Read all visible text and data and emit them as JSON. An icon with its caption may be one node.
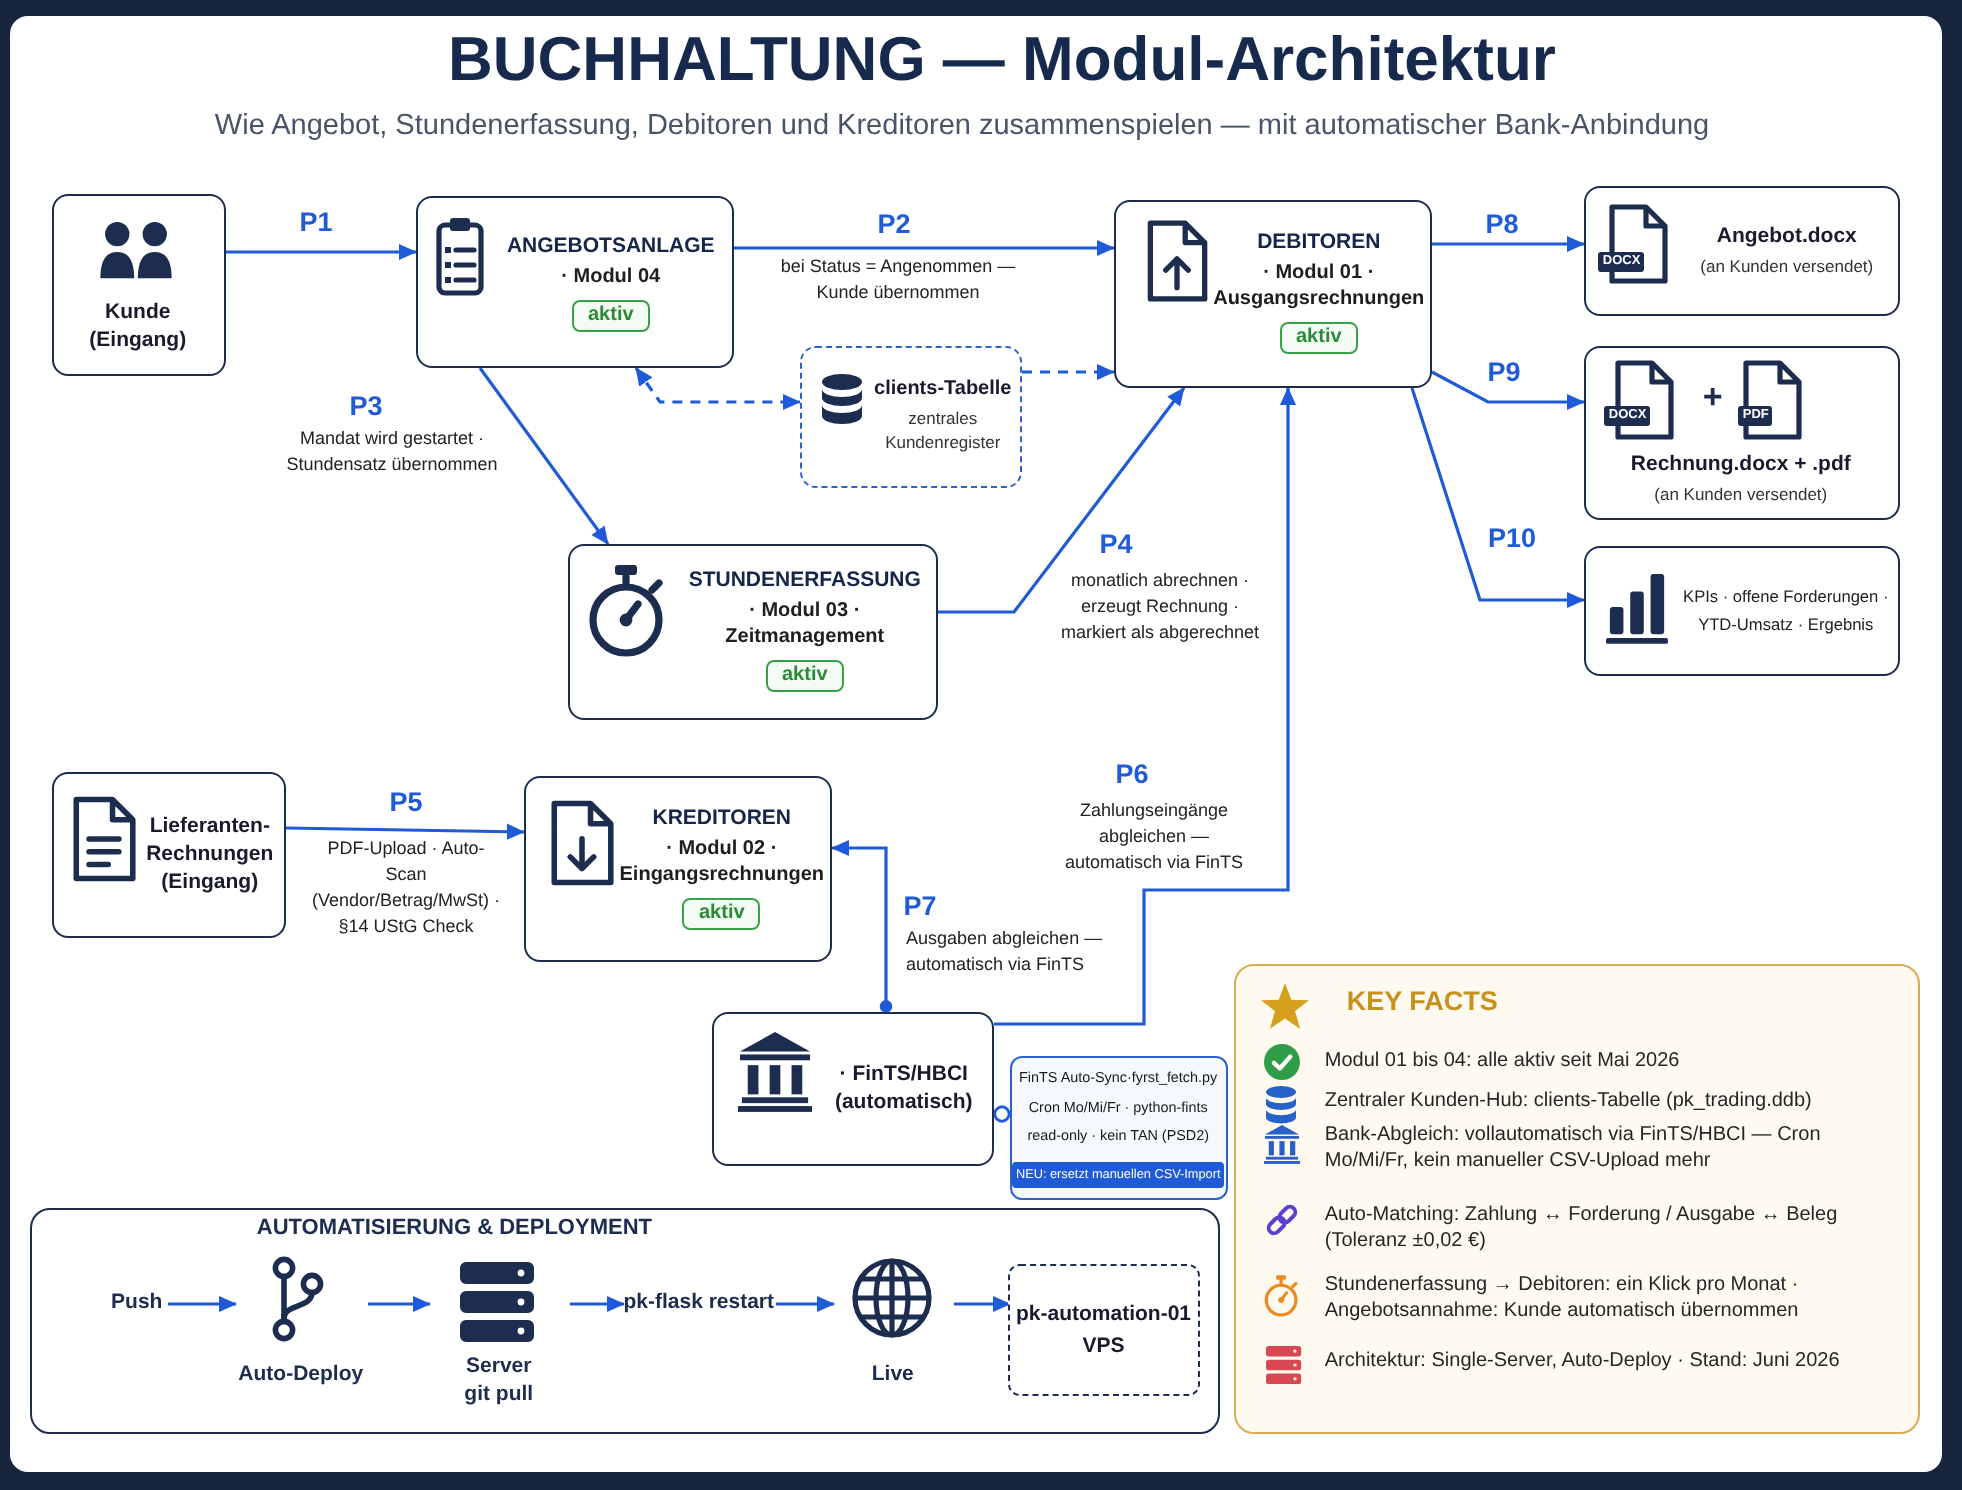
{
  "diagram": {
    "title": "BUCHHALTUNG — Modul-Architektur",
    "nodes": [
      {
        "text": [
          "Kunde (Eingang)"
        ]
      },
      {
        "text": [
          "ANGEBOTSANLAGE",
          "· Modul 04",
          "aktiv"
        ]
      },
      {
        "text": [
          "DEBITOREN",
          "· Modul 01 · Ausgangsrechnungen",
          "aktiv"
        ]
      },
      {
        "text": [
          "DOCX",
          "Angebot.docx",
          "(an Kunden versendet)"
        ]
      },
      {
        "text": [
          "clients-Tabelle",
          "zentrales Kundenregister"
        ]
      },
      {
        "text": [
          "DOCX",
          "+",
          "PDF",
          "Rechnung.docx + .pdf",
          "(an Kunden versendet)"
        ]
      },
      {
        "text": [
          "STUNDENERFASSUNG",
          "· Modul 03 · Zeitmanagement",
          "aktiv"
        ]
      },
      {
        "text": [
          "KPIs · offene Forderungen · YTD-Umsatz · Ergebnis"
        ]
      },
      {
        "text": [
          "Lieferanten-Rechnungen (Eingang)"
        ]
      },
      {
        "text": [
          "KREDITOREN",
          "· Modul 02 · Eingangsrechnungen",
          "aktiv"
        ]
      },
      {
        "text": [
          "· FinTS/HBCI (automatisch)"
        ]
      },
      {
        "text": [
          "FinTS Auto-Sync·fyrst_fetch.py",
          "Cron Mo/Mi/Fr · python-fints",
          "read-only · kein TAN (PSD2)",
          "NEU: ersetzt manuellen CSV-Import"
        ]
      },
      {
        "text": [
          "AUTOMATISIERUNG & DEPLOYMENT"
        ]
      },
      {
        "text": [
          "Push"
        ],
        "in": 12
      },
      {
        "text": [
          "Auto-Deploy"
        ],
        "in": 12
      },
      {
        "text": [
          "Server",
          "git pull"
        ],
        "in": 12
      },
      {
        "text": [
          "pk-flask restart"
        ],
        "in": 12
      },
      {
        "text": [
          "Live"
        ],
        "in": 12
      },
      {
        "text": [
          "pk-automation-01",
          "VPS"
        ],
        "in": 12
      },
      {
        "text": [
          "KEY FACTS",
          "Modul 01 bis 04: alle aktiv seit Mai 2026",
          "Zentraler Kunden-Hub: clients-Tabelle (pk_trading.ddb)",
          "Bank-Abgleich: vollautomatisch via FinTS/HBCI — Cron Mo/Mi/Fr, kein manueller CSV-Upload mehr",
          "Auto-Matching: Zahlung ↔ Forderung / Ausgabe ↔ Beleg (Toleranz ±0,02 €)",
          "Stundenerfassung → Debitoren: ein Klick pro Monat · Angebotsannahme: Kunde automatisch übernommen",
          "Architektur: Single-Server, Auto-Deploy · Stand: Juni 2026"
        ]
      }
    ],
    "edges": [
      {
        "from": 0,
        "to": 1,
        "arrow": "to",
        "label": "P1"
      },
      {
        "from": 1,
        "to": 2,
        "arrow": "to",
        "label": "P2"
      },
      {
        "from": 1,
        "to": 6,
        "arrow": "to",
        "label": "P3"
      },
      {
        "from": 1,
        "to": 4,
        "arrow": "both",
        "style": "dashed"
      },
      {
        "from": 4,
        "to": 2,
        "arrow": "to",
        "style": "dashed"
      },
      {
        "from": 6,
        "to": 2,
        "arrow": "to",
        "label": "P4"
      },
      {
        "from": 2,
        "to": 3,
        "arrow": "to",
        "label": "P8"
      },
      {
        "from": 2,
        "to": 5,
        "arrow": "to",
        "label": "P9"
      },
      {
        "from": 2,
        "to": 7,
        "arrow": "to",
        "label": "P10"
      },
      {
        "from": 8,
        "to": 9,
        "arrow": "to",
        "label": "P5"
      },
      {
        "from": 10,
        "to": 2,
        "arrow": "to",
        "label": "P6"
      },
      {
        "from": 10,
        "to": 9,
        "arrow": "to",
        "label": "P7"
      },
      {
        "from": 10,
        "to": 11,
        "arrow": "other"
      },
      {
        "from": 13,
        "to": 14,
        "arrow": "to"
      },
      {
        "from": 14,
        "to": 15,
        "arrow": "to"
      },
      {
        "from": 15,
        "to": 16,
        "arrow": "to"
      },
      {
        "from": 16,
        "to": 17,
        "arrow": "to"
      },
      {
        "from": 17,
        "to": 18,
        "arrow": "to"
      }
    ],
    "labels": [
      "Wie Angebot, Stundenerfassung, Debitoren und Kreditoren zusammenspielen — mit automatischer Bank-Anbindung",
      "bei Status = Angenommen — Kunde übernommen",
      "Mandat wird gestartet · Stundensatz übernommen",
      "monatlich abrechnen · erzeugt Rechnung · markiert als abgerechnet",
      "PDF-Upload · Auto-Scan (Vendor/Betrag/MwSt) · §14 UStG Check",
      "Zahlungseingänge abgleichen — automatisch via FinTS",
      "Ausgaben abgleichen — automatisch via FinTS"
    ]
  }
}
